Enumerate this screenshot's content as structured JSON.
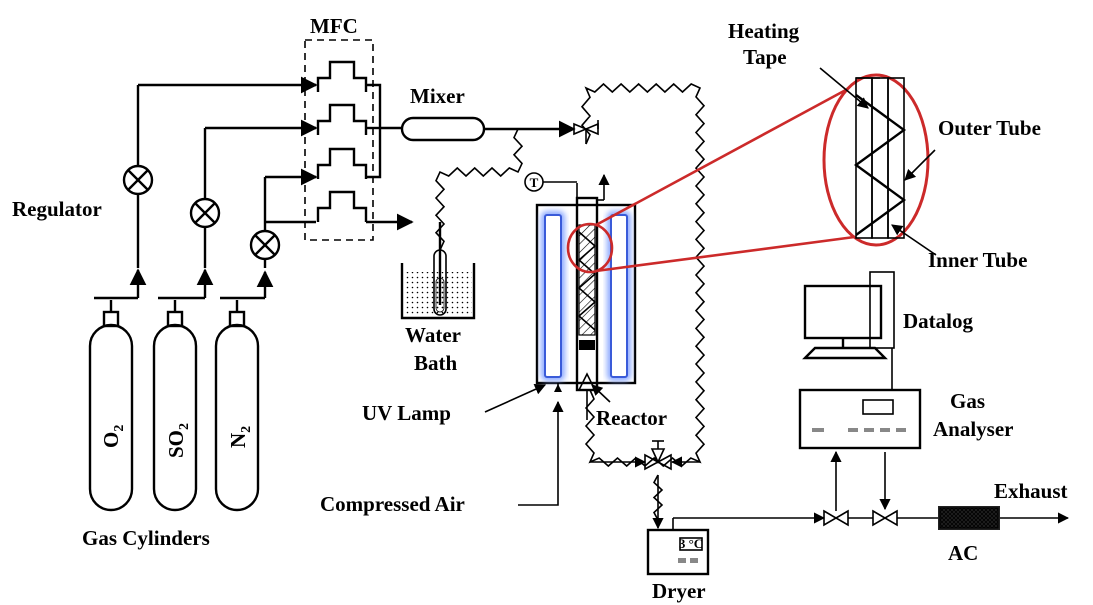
{
  "labels": {
    "mfc": "MFC",
    "mixer": "Mixer",
    "regulator": "Regulator",
    "water_bath_1": "Water",
    "water_bath_2": "Bath",
    "uv_lamp": "UV Lamp",
    "reactor": "Reactor",
    "heating_tape_1": "Heating",
    "heating_tape_2": "Tape",
    "outer_tube": "Outer Tube",
    "inner_tube": "Inner Tube",
    "datalog": "Datalog",
    "gas_analyser_1": "Gas",
    "gas_analyser_2": "Analyser",
    "exhaust": "Exhaust",
    "ac": "AC",
    "dryer": "Dryer",
    "compressed_air": "Compressed Air",
    "gas_cylinders": "Gas Cylinders",
    "thermocouple": "T",
    "dryer_display": "3 °C"
  },
  "cylinders": [
    {
      "formula": "O",
      "subscript": "2"
    },
    {
      "formula": "SO",
      "subscript": "2"
    },
    {
      "formula": "N",
      "subscript": "2"
    }
  ],
  "colors": {
    "line": "#000000",
    "lens": "#cc2a2a",
    "uv_glow": "#8aa8ff",
    "uv_core": "#ffffff"
  }
}
